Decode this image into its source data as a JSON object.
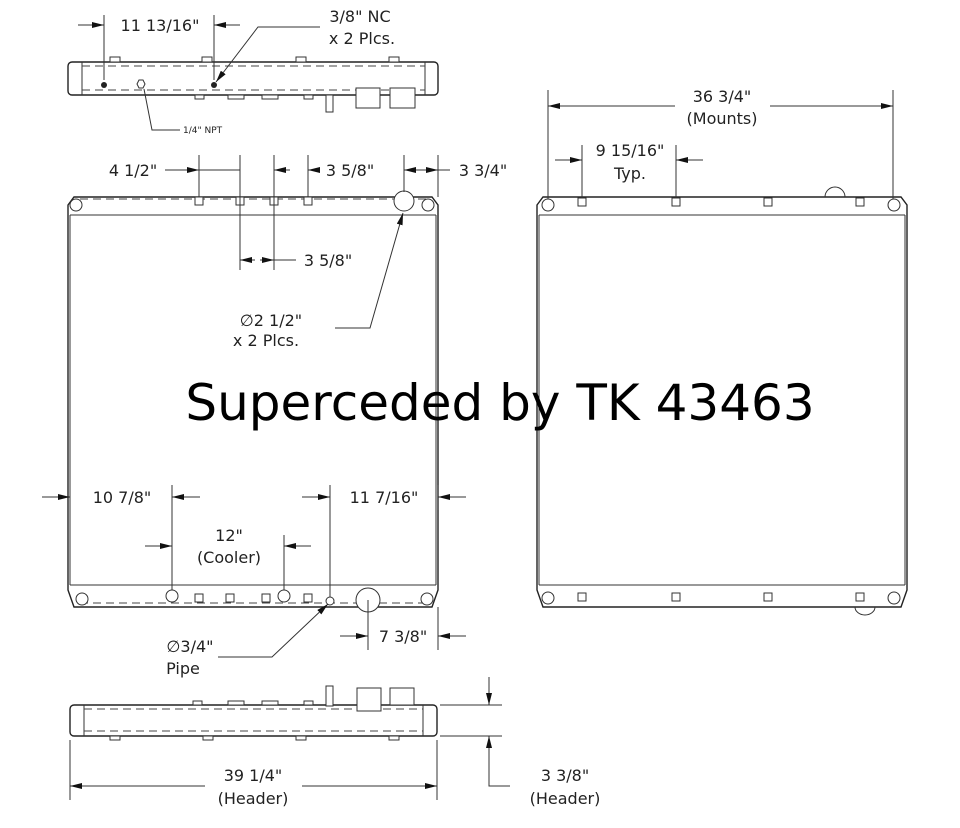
{
  "watermark": "Superceded by TK 43463",
  "top_view": {
    "dim_holes": "11 13/16\"",
    "thread_line1": "3/8\" NC",
    "thread_line2": "x 2 Plcs.",
    "npt": "1/4\" NPT"
  },
  "front_view": {
    "dim_tab1": "4 1/2\"",
    "dim_tab2": "3 5/8\"",
    "dim_inlet": "3 3/4\"",
    "dim_tab_spacing": "3 5/8\"",
    "inlet_line1": "∅2 1/2\"",
    "inlet_line2": "x 2 Plcs.",
    "dim_cooler_left": "10 7/8\"",
    "dim_right": "11 7/16\"",
    "cooler_line1": "12\"",
    "cooler_line2": "(Cooler)",
    "pipe_line1": "∅3/4\"",
    "pipe_line2": "Pipe",
    "dim_outlet": "7 3/8\""
  },
  "bottom_view": {
    "width_line1": "39 1/4\"",
    "width_line2": "(Header)",
    "depth_line1": "3 3/8\"",
    "depth_line2": "(Header)"
  },
  "side_view": {
    "mounts_line1": "36 3/4\"",
    "mounts_line2": "(Mounts)",
    "typ_line1": "9 15/16\"",
    "typ_line2": "Typ."
  }
}
